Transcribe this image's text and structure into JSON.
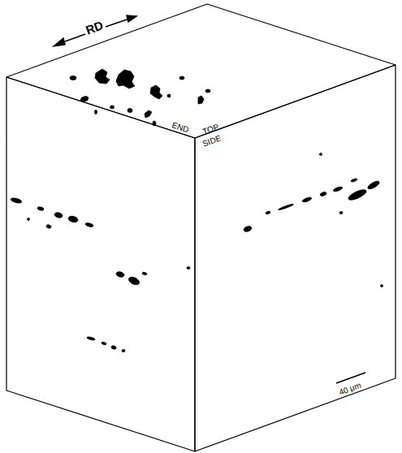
{
  "diagram": {
    "labels": [
      "RD",
      "TOP",
      "END",
      "SIDE",
      "40 μm"
    ]
  }
}
